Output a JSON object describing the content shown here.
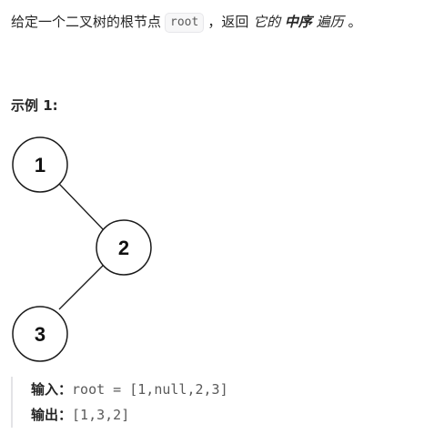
{
  "description": {
    "part1": "给定一个二叉树的根节点",
    "code": "root",
    "part2": "，返回",
    "em1": "它的",
    "strong_em": "中序",
    "em2": "遍历",
    "end": "。"
  },
  "example": {
    "title": "示例 1:",
    "tree_nodes": [
      {
        "label": "1"
      },
      {
        "label": "2"
      },
      {
        "label": "3"
      }
    ],
    "input_label": "输入：",
    "input_value": "root = [1,null,2,3]",
    "output_label": "输出：",
    "output_value": "[1,3,2]"
  }
}
